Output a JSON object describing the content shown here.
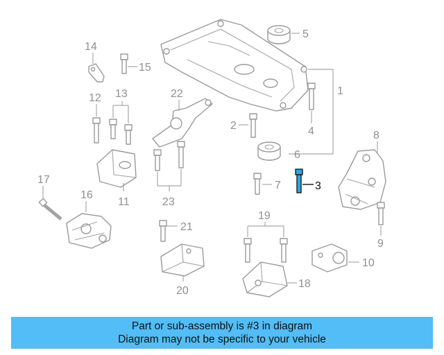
{
  "callouts": {
    "c1": "1",
    "c2": "2",
    "c3": "3",
    "c4": "4",
    "c5": "5",
    "c6": "6",
    "c7": "7",
    "c8": "8",
    "c9": "9",
    "c10": "10",
    "c11": "11",
    "c12": "12",
    "c13": "13",
    "c14": "14",
    "c15": "15",
    "c16": "16",
    "c17": "17",
    "c18": "18",
    "c19": "19",
    "c20": "20",
    "c21": "21",
    "c22": "22",
    "c23": "23"
  },
  "highlight": {
    "part": "3",
    "color": "#2aa6e8"
  },
  "banner": {
    "line1": "Part or sub-assembly is #3 in diagram",
    "line2": "Diagram may not be specific to your vehicle",
    "background": "#52bdf6"
  }
}
